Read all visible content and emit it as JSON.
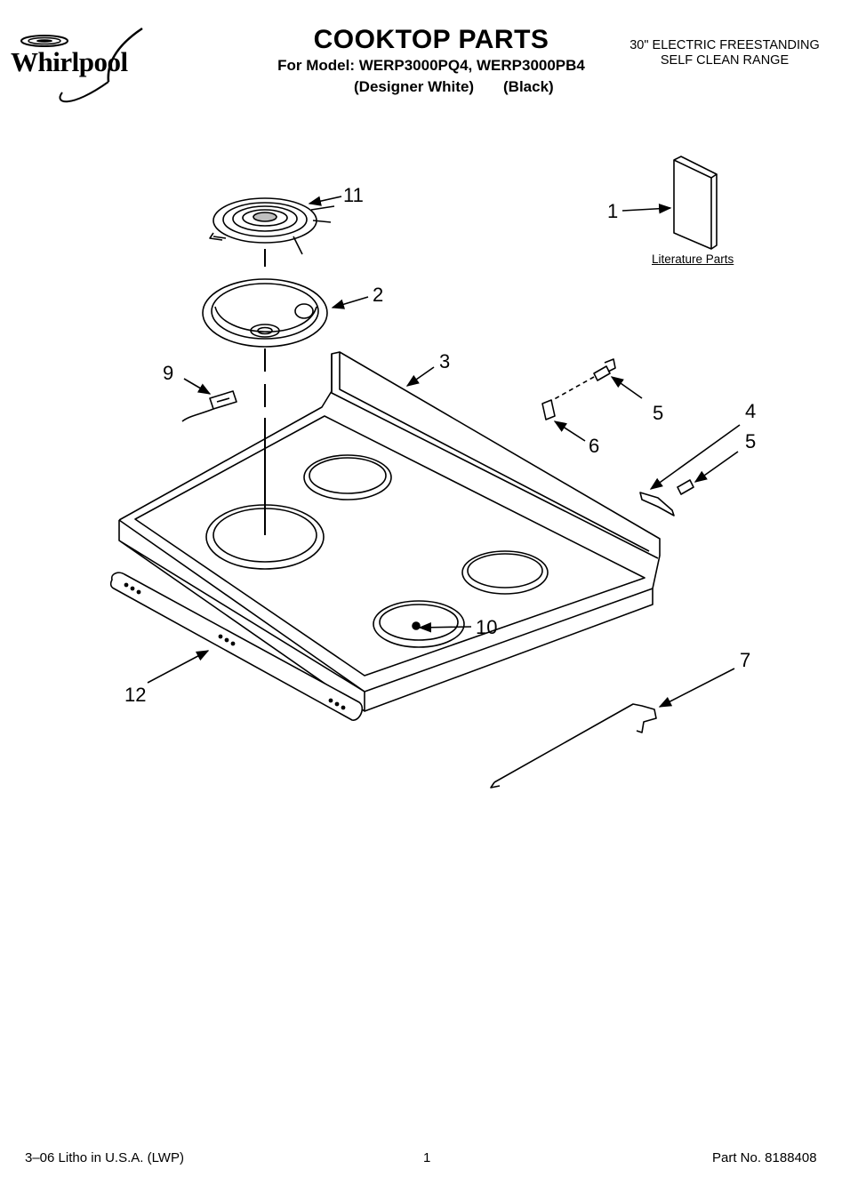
{
  "header": {
    "brand": "Whirlpool",
    "title": "COOKTOP PARTS",
    "model_line": "For Model: WERP3000PQ4, WERP3000PB4",
    "variant_1": "(Designer White)",
    "variant_2": "(Black)",
    "product_line_1": "30\" ELECTRIC FREESTANDING",
    "product_line_2": "SELF CLEAN RANGE"
  },
  "diagram": {
    "literature_label": "Literature Parts",
    "callouts": {
      "c1": "1",
      "c2": "2",
      "c3": "3",
      "c4": "4",
      "c5a": "5",
      "c5b": "5",
      "c6": "6",
      "c7": "7",
      "c9": "9",
      "c10": "10",
      "c11": "11",
      "c12": "12"
    }
  },
  "footer": {
    "litho": "3–06 Litho in U.S.A. (LWP)",
    "page": "1",
    "part_no": "Part No. 8188408"
  },
  "colors": {
    "ink": "#000000",
    "paper": "#ffffff"
  }
}
